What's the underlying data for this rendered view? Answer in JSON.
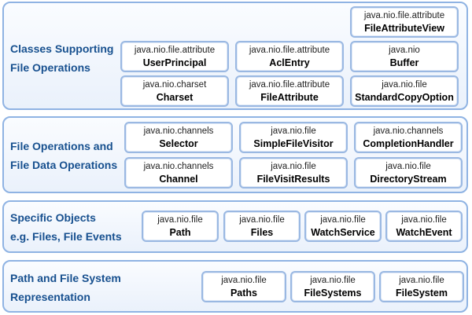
{
  "layers": [
    {
      "title": [
        "Classes Supporting",
        "File Operations"
      ],
      "boxes": [
        {
          "package": "java.nio.file.attribute",
          "class": "FileAttributeView"
        },
        {
          "package": "java.nio.file.attribute",
          "class": "UserPrincipal"
        },
        {
          "package": "java.nio.file.attribute",
          "class": "AclEntry"
        },
        {
          "package": "java.nio",
          "class": "Buffer"
        },
        {
          "package": "java.nio.charset",
          "class": "Charset"
        },
        {
          "package": "java.nio.file.attribute",
          "class": "FileAttribute"
        },
        {
          "package": "java.nio.file",
          "class": "StandardCopyOption"
        }
      ]
    },
    {
      "title": [
        "File Operations and",
        "File Data Operations"
      ],
      "boxes": [
        {
          "package": "java.nio.channels",
          "class": "Selector"
        },
        {
          "package": "java.nio.file",
          "class": "SimpleFileVisitor"
        },
        {
          "package": "java.nio.channels",
          "class": "CompletionHandler"
        },
        {
          "package": "java.nio.channels",
          "class": "Channel"
        },
        {
          "package": "java.nio.file",
          "class": "FileVisitResults"
        },
        {
          "package": "java.nio.file",
          "class": "DirectoryStream"
        }
      ]
    },
    {
      "title": [
        "Specific Objects",
        "e.g. Files, File Events"
      ],
      "boxes": [
        {
          "package": "java.nio.file",
          "class": "Path"
        },
        {
          "package": "java.nio.file",
          "class": "Files"
        },
        {
          "package": "java.nio.file",
          "class": "WatchService"
        },
        {
          "package": "java.nio.file",
          "class": "WatchEvent"
        }
      ]
    },
    {
      "title": [
        "Path and File System",
        "Representation"
      ],
      "boxes": [
        {
          "package": "java.nio.file",
          "class": "Paths"
        },
        {
          "package": "java.nio.file",
          "class": "FileSystems"
        },
        {
          "package": "java.nio.file",
          "class": "FileSystem"
        }
      ]
    }
  ]
}
